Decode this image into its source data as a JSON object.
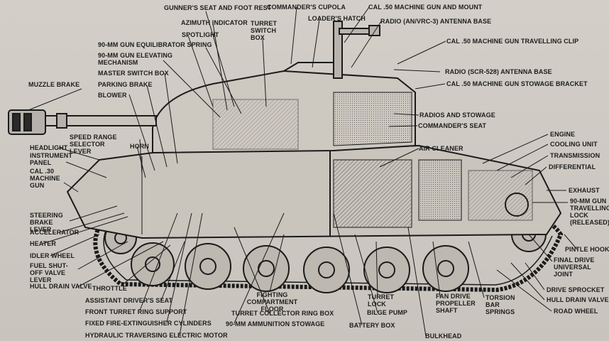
{
  "colors": {
    "paper": "#cbc7c0",
    "ink": "#1b1b1b"
  },
  "labels": {
    "gunners_seat": "GUNNER'S SEAT AND FOOT REST",
    "commanders_cupola": "COMMANDER'S CUPOLA",
    "cal50_mg_mount": "CAL .50 MACHINE GUN AND MOUNT",
    "azimuth_indicator": "AZIMUTH INDICATOR",
    "turret_switch_box": "TURRET SWITCH BOX",
    "loaders_hatch": "LOADER'S HATCH",
    "radio_antenna_base_vrc3": "RADIO (AN/VRC-3) ANTENNA BASE",
    "spotlight": "SPOTLIGHT",
    "equilibrator_spring": "90-MM GUN EQUILIBRATOR SPRING",
    "elevating_mechanism": "90-MM GUN ELEVATING MECHANISM",
    "cal50_travelling_clip": "CAL .50 MACHINE GUN TRAVELLING CLIP",
    "master_switch_box": "MASTER SWITCH BOX",
    "radio_antenna_base_scr528": "RADIO (SCR-528) ANTENNA BASE",
    "muzzle_brake": "MUZZLE BRAKE",
    "parking_brake": "PARKING BRAKE",
    "cal50_stowage_bracket": "CAL .50 MACHINE GUN STOWAGE BRACKET",
    "blower": "BLOWER",
    "radios_and_stowage": "RADIOS AND STOWAGE",
    "commanders_seat": "COMMANDER'S SEAT",
    "speed_range_selector": "SPEED RANGE SELECTOR LEVER",
    "engine": "ENGINE",
    "headlight": "HEADLIGHT",
    "horn": "HORN",
    "air_cleaner": "AIR CLEANER",
    "cooling_unit": "COOLING UNIT",
    "instrument_panel": "INSTRUMENT PANEL",
    "transmission": "TRANSMISSION",
    "differential": "DIFFERENTIAL",
    "cal30_mg": "CAL .30 MACHINE GUN",
    "exhaust": "EXHAUST",
    "travelling_lock": "90-MM GUN TRAVELLING LOCK (RELEASED)",
    "steering_brake_lever": "STEERING BRAKE LEVER",
    "accelerator": "ACCELERATOR",
    "heater": "HEATER",
    "pintle_hook": "PINTLE HOOK",
    "idler_wheel": "IDLER WHEEL",
    "fuel_shutoff": "FUEL SHUT-OFF VALVE LEVER",
    "final_drive": "FINAL DRIVE UNIVERSAL JOINT",
    "hull_drain_valve_front": "HULL DRAIN VALVE",
    "throttle": "THROTTLE",
    "drive_sprocket": "DRIVE SPROCKET",
    "fighting_compartment_floor": "FIGHTING COMPARTMENT FLOOR",
    "turret_lock": "TURRET LOCK",
    "fan_drive_shaft": "FAN DRIVE PROPELLER SHAFT",
    "torsion_bar_springs": "TORSION BAR SPRINGS",
    "hull_drain_valve_rear": "HULL DRAIN VALVE",
    "assistant_drivers_seat": "ASSISTANT DRIVER'S SEAT",
    "road_wheel": "ROAD WHEEL",
    "front_turret_ring_support": "FRONT TURRET RING SUPPORT",
    "turret_collector_ring_box": "TURRET COLLECTOR RING BOX",
    "bilge_pump": "BILGE PUMP",
    "fixed_fire_extinguisher": "FIXED FIRE-EXTINGUISHER CYLINDERS",
    "ammunition_stowage": "90-MM AMMUNITION STOWAGE",
    "battery_box": "BATTERY BOX",
    "hydraulic_traversing_motor": "HYDRAULIC TRAVERSING ELECTRIC MOTOR",
    "bulkhead": "BULKHEAD"
  }
}
